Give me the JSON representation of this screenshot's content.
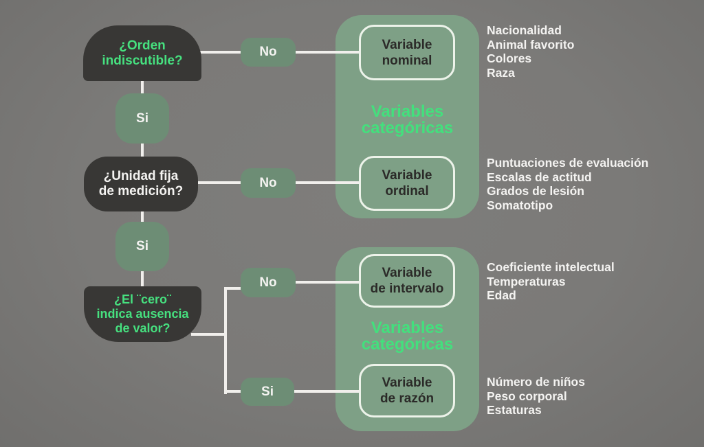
{
  "colors": {
    "background": "#7b7a78",
    "question_box": "#383735",
    "answer_chip": "#6d8d75",
    "panel": "#7ea086",
    "accent_green": "#43e07d",
    "text_dark": "#2b2a28",
    "text_light": "#f4f3f1",
    "connector_line": "#f1efec"
  },
  "labels": {
    "yes": "Si",
    "no": "No"
  },
  "questions": [
    {
      "lines": [
        "¿Orden",
        "indiscutible?"
      ]
    },
    {
      "lines": [
        "¿Unidad fija",
        "de medición?"
      ]
    },
    {
      "lines": [
        "¿El ¨cero¨",
        "indica ausencia",
        "de valor?"
      ]
    }
  ],
  "panels": [
    {
      "title_lines": [
        "Variables",
        "categóricas"
      ],
      "variables": [
        {
          "name_lines": [
            "Variable",
            "nominal"
          ],
          "examples": [
            "Nacionalidad",
            "Animal favorito",
            "Colores",
            "Raza"
          ]
        },
        {
          "name_lines": [
            "Variable",
            "ordinal"
          ],
          "examples": [
            "Puntuaciones de evaluación",
            "Escalas de actitud",
            "Grados de lesión",
            "Somatotipo"
          ]
        }
      ]
    },
    {
      "title_lines": [
        "Variables",
        "categóricas"
      ],
      "variables": [
        {
          "name_lines": [
            "Variable",
            "de intervalo"
          ],
          "examples": [
            "Coeficiente intelectual",
            "Temperaturas",
            "Edad"
          ]
        },
        {
          "name_lines": [
            "Variable",
            "de razón"
          ],
          "examples": [
            "Número de niños",
            "Peso corporal",
            "Estaturas"
          ]
        }
      ]
    }
  ]
}
